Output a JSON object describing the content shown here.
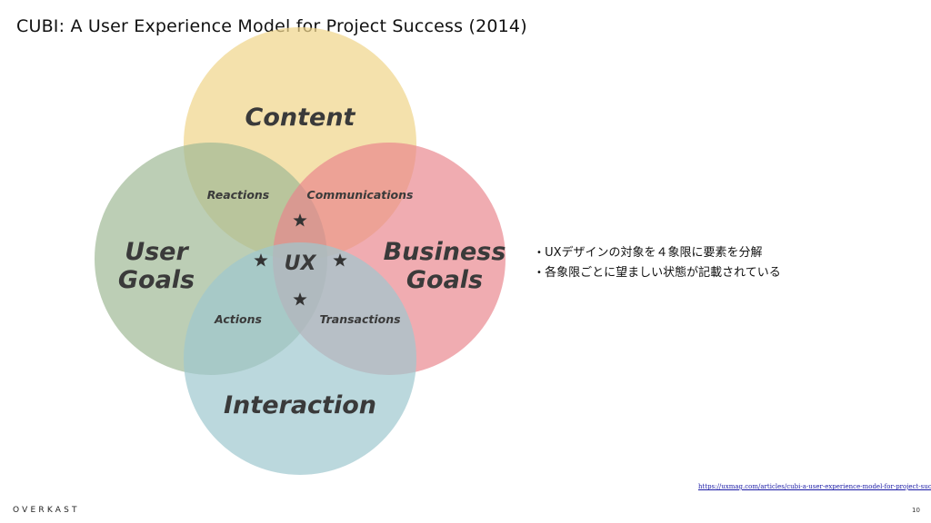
{
  "slide": {
    "title": "CUBI: A User Experience Model for Project Success (2014)",
    "bullets": [
      "UXデザインの対象を４象限に要素を分解",
      "各象限ごとに望ましい状態が記載されている"
    ],
    "source_url": "https://uxmag.com/articles/cubi-a-user-experience-model-for-project-success",
    "brand": "OVERKAST",
    "page_number": "10"
  },
  "diagram": {
    "circles": {
      "content": "Content",
      "user_goals_line1": "User",
      "user_goals_line2": "Goals",
      "business_goals_line1": "Business",
      "business_goals_line2": "Goals",
      "interaction": "Interaction"
    },
    "intersections": {
      "reactions": "Reactions",
      "communications": "Communications",
      "actions": "Actions",
      "transactions": "Transactions"
    },
    "center": "UX",
    "colors": {
      "content": "#f0d58c",
      "user_goals": "#9fb995",
      "business_goals": "#e9848c",
      "interaction": "#9ec8cf"
    }
  }
}
